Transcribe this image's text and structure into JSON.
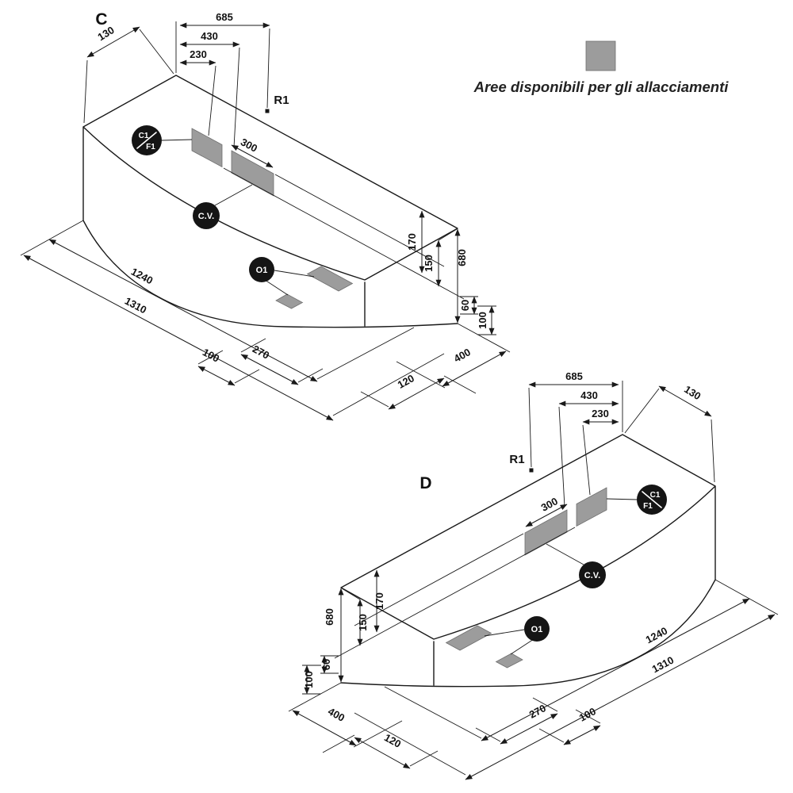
{
  "legend": {
    "label": "Aree disponibili per gli allacciamenti",
    "swatch_color": "#9c9c9c"
  },
  "views": {
    "c": {
      "title": "C"
    },
    "d": {
      "title": "D"
    }
  },
  "labels": {
    "r1": "R1",
    "c1": "C1",
    "f1": "F1",
    "cv": "C.V.",
    "o1": "O1"
  },
  "dims": {
    "top_685": "685",
    "top_430": "430",
    "top_230": "230",
    "top_130": "130",
    "area_300": "300",
    "h_170": "170",
    "h_150": "150",
    "h_680": "680",
    "h_60": "60",
    "side_100": "100",
    "depth_400": "400",
    "len_1240": "1240",
    "len_1310": "1310",
    "floor_100": "100",
    "floor_270": "270",
    "depth_120": "120"
  },
  "colors": {
    "line": "#1a1a1a",
    "connection_area": "#9c9c9c",
    "callout": "#151515"
  }
}
